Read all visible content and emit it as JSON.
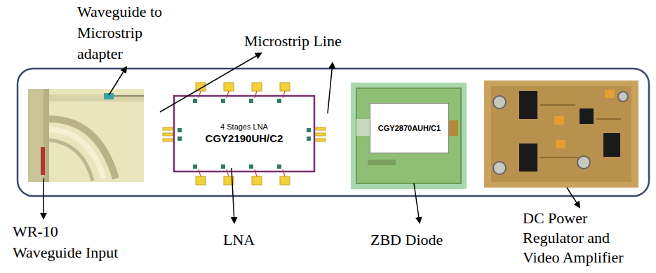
{
  "diagram": {
    "nodes": [
      {
        "text": [
          "4 Stages LNA",
          "CGY2190UH/C2"
        ]
      },
      {
        "text": [
          "CGY2870AUH/C1"
        ]
      }
    ],
    "labels": [
      "Waveguide to Microstrip adapter",
      "Microstrip Line",
      "WR-10 Waveguide Input",
      "LNA",
      "ZBD Diode",
      "DC Power Regulator and Video Amplifier"
    ]
  }
}
